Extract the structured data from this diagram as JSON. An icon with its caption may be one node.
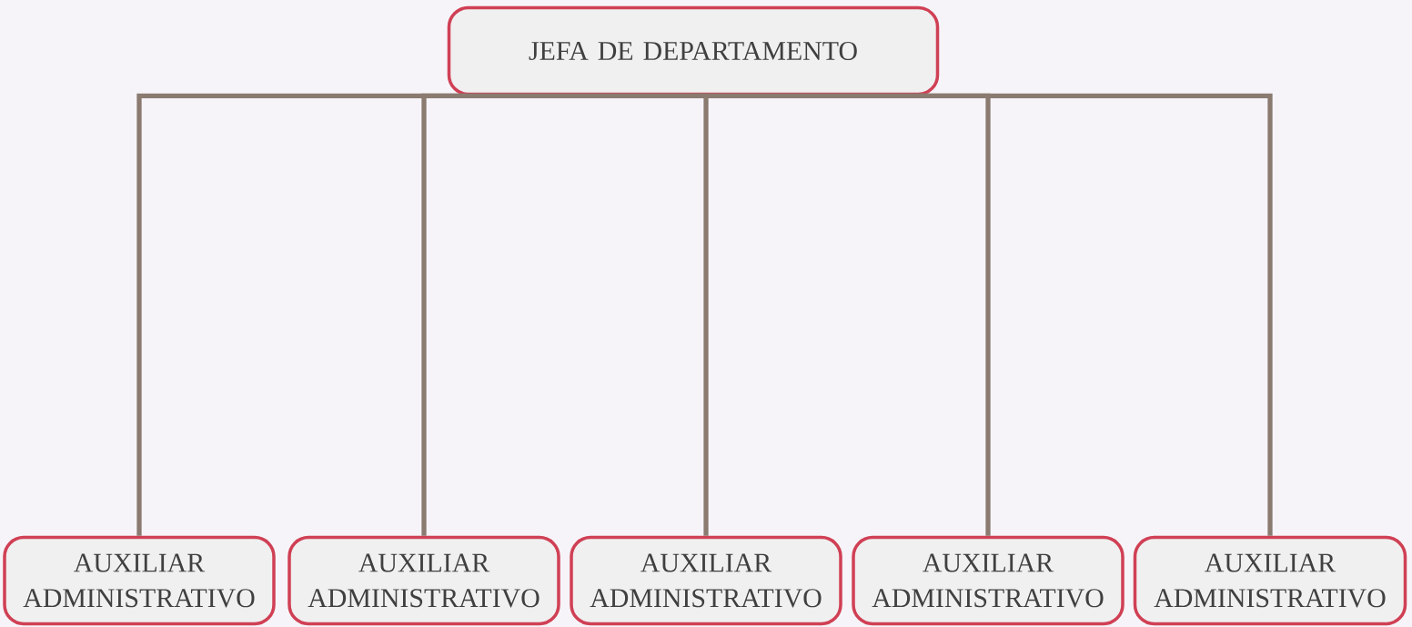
{
  "diagram": {
    "nodes": [
      {
        "text": [
          "JEFA DE DEPARTAMENTO"
        ]
      },
      {
        "text": [
          "AUXILIAR ADMINISTRATIVO"
        ]
      },
      {
        "text": [
          "AUXILIAR ADMINISTRATIVO"
        ]
      },
      {
        "text": [
          "AUXILIAR ADMINISTRATIVO"
        ]
      },
      {
        "text": [
          "AUXILIAR ADMINISTRATIVO"
        ]
      },
      {
        "text": [
          "AUXILIAR ADMINISTRATIVO"
        ]
      }
    ],
    "edges": [
      {
        "from": 0,
        "to": 1,
        "arrow": "none"
      },
      {
        "from": 0,
        "to": 2,
        "arrow": "none"
      },
      {
        "from": 0,
        "to": 3,
        "arrow": "none"
      },
      {
        "from": 0,
        "to": 4,
        "arrow": "none"
      },
      {
        "from": 0,
        "to": 5,
        "arrow": "none"
      }
    ]
  }
}
